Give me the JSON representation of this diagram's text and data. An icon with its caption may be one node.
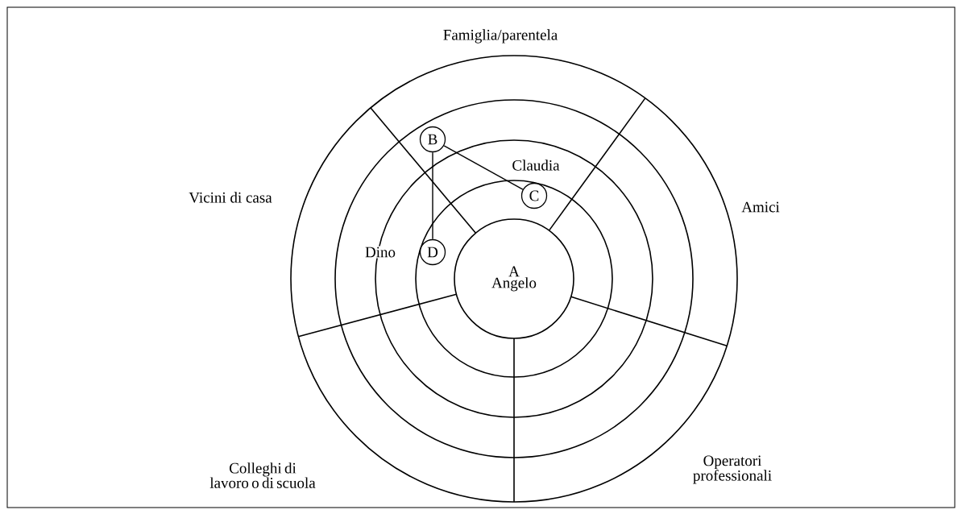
{
  "diagram": {
    "nodes": [
      {
        "text": [
          "A",
          "Angelo"
        ]
      },
      {
        "text": [
          "B"
        ]
      },
      {
        "text": [
          "C"
        ],
        "beside": [
          "Claudia"
        ]
      },
      {
        "text": [
          "D"
        ],
        "beside": [
          "Dino"
        ]
      }
    ],
    "edges": [
      {
        "from": 1,
        "to": 2,
        "arrow": "none"
      },
      {
        "from": 1,
        "to": 3,
        "arrow": "none"
      }
    ],
    "labels": [
      "Famiglia/parentela",
      "Vicini di casa",
      "Amici",
      "Colleghi di lavoro o di scuola",
      "Operatori professionali"
    ]
  }
}
